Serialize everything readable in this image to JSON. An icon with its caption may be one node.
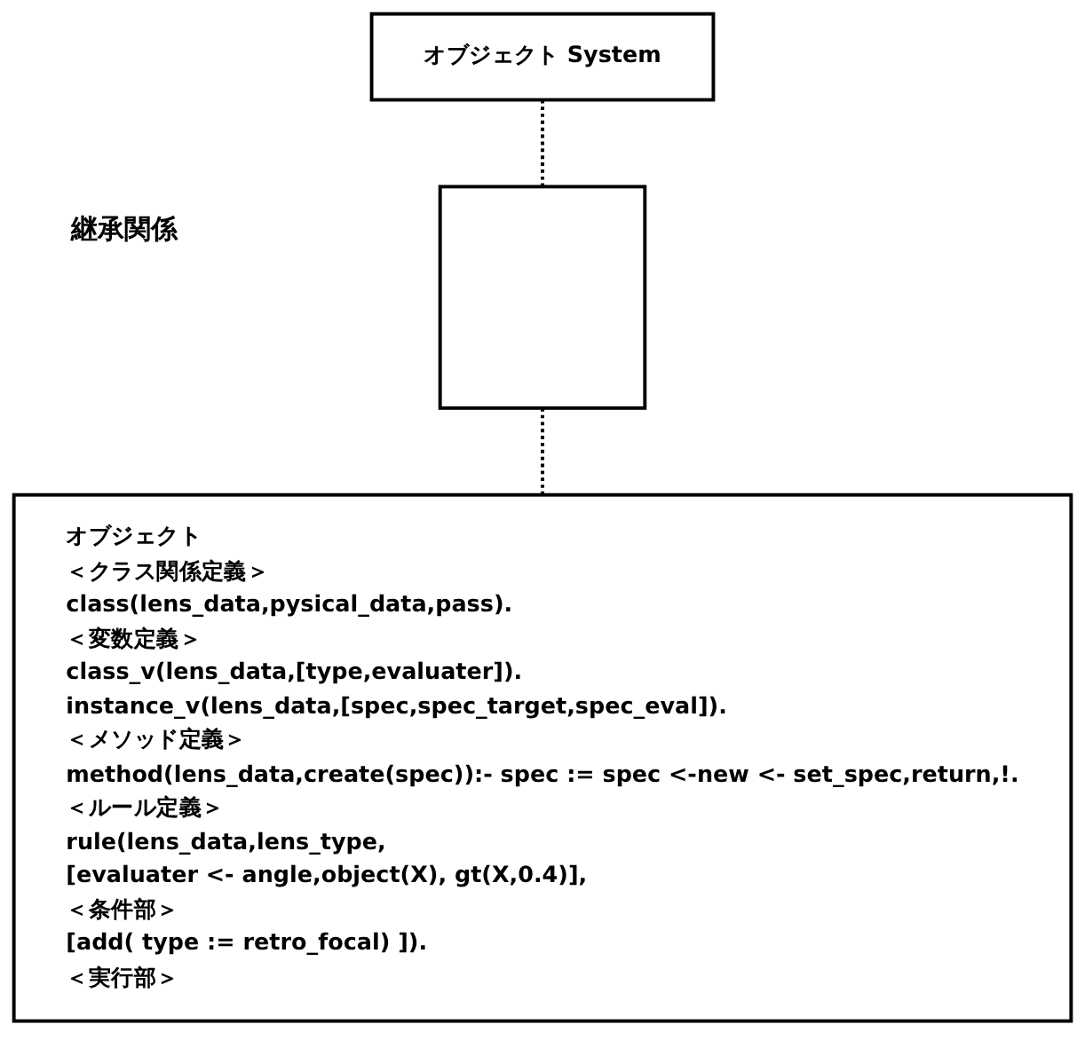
{
  "diagram": {
    "nodes": [
      {
        "text": [
          "オブジェクト System"
        ]
      },
      {
        "text": [],
        "shape": "box"
      },
      {
        "text": [
          "オブジェクト",
          "＜クラス関係定義＞",
          "class(lens_data,pysical_data,pass).",
          "＜変数定義＞",
          "class_v(lens_data,[type,evaluater]).",
          "instance_v(lens_data,[spec,spec_target,spec_eval]).",
          "＜メソッド定義＞",
          "method(lens_data,create(spec)):- spec := spec <-new <- set_spec,return,!.",
          "＜ルール定義＞",
          "rule(lens_data,lens_type,",
          "[evaluater <- angle,object(X), gt(X,0.4)],",
          "＜条件部＞",
          "[add( type := retro_focal) ]).",
          "＜実行部＞"
        ]
      }
    ],
    "edges": [
      {
        "from": 0,
        "to": 1,
        "arrow": "none",
        "style": "dashed"
      },
      {
        "from": 1,
        "to": 2,
        "arrow": "none",
        "style": "dashed"
      }
    ],
    "labels": [
      "継承関係"
    ]
  }
}
